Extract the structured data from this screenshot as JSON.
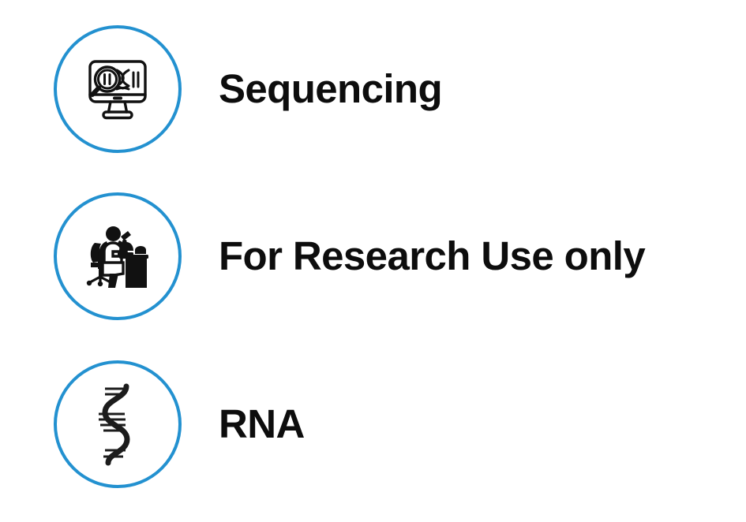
{
  "page": {
    "background_color": "#ffffff",
    "text_color": "#0d0d0d",
    "accent_color": "#2391d0"
  },
  "features": [
    {
      "label": "Sequencing",
      "icon": "dna-sequencing-monitor-icon"
    },
    {
      "label": "For Research Use only",
      "icon": "researcher-microscope-icon"
    },
    {
      "label": "RNA",
      "icon": "rna-strand-icon"
    }
  ]
}
